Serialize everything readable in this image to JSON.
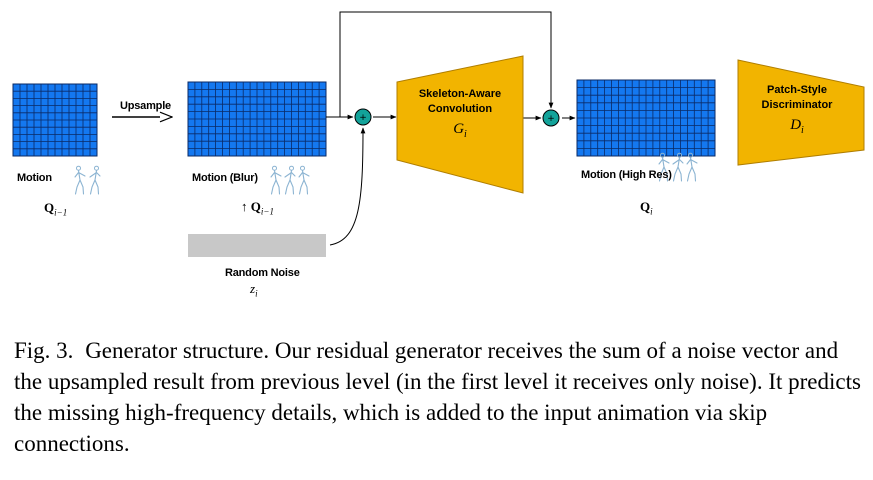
{
  "figure": {
    "upsample_label": "Upsample",
    "motion": {
      "label": "Motion",
      "symbol_main": "Q",
      "symbol_sub": "i−1"
    },
    "motion_blur": {
      "label": "Motion (Blur)",
      "symbol_prefix": "↑ ",
      "symbol_main": "Q",
      "symbol_sub": "i−1"
    },
    "random_noise": {
      "label": "Random Noise",
      "symbol_main": "z",
      "symbol_sub": "i"
    },
    "generator": {
      "line1": "Skeleton-Aware",
      "line2": "Convolution",
      "symbol_main": "G",
      "symbol_sub": "i"
    },
    "motion_high": {
      "label": "Motion (High Res)",
      "symbol_main": "Q",
      "symbol_sub": "i"
    },
    "discriminator": {
      "line1": "Patch-Style",
      "line2": "Discriminator",
      "symbol_main": "D",
      "symbol_sub": "i"
    },
    "colors": {
      "grid_fill": "#1478f0",
      "grid_line": "#0a2a66",
      "block_fill": "#f2b400",
      "block_stroke": "#b07e00",
      "plus_fill": "#13a39a",
      "noise_fill": "#c8c8c8",
      "skeleton": "#8cb4d2"
    }
  },
  "caption": {
    "fig_num": "Fig. 3.",
    "text": "Generator structure. Our residual generator receives the sum of a noise vector and the upsampled result from previous level (in the first level it receives only noise). It predicts the missing high-frequency details, which is added to the input animation via skip connections."
  }
}
